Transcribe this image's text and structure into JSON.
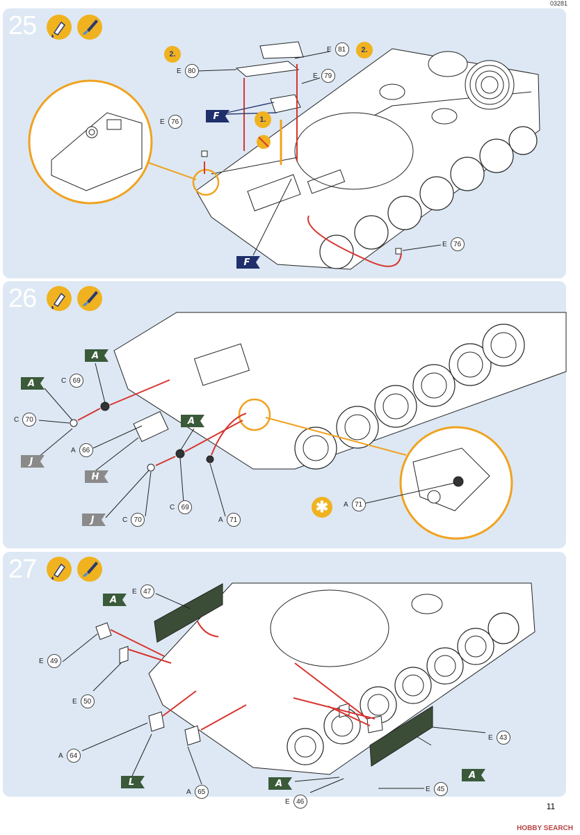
{
  "doc_number": "03281",
  "page_number": "11",
  "watermark": "HOBBY SEARCH",
  "steps": [
    {
      "number": "25",
      "labels": [
        {
          "prefix": "E",
          "num": "81"
        },
        {
          "prefix": "E",
          "num": "80"
        },
        {
          "prefix": "E",
          "num": "79"
        },
        {
          "prefix": "E",
          "num": "76"
        },
        {
          "prefix": "E",
          "num": "76"
        }
      ],
      "order_markers": [
        "2.",
        "2.",
        "1."
      ],
      "flags": [
        "F",
        "F"
      ]
    },
    {
      "number": "26",
      "labels": [
        {
          "prefix": "C",
          "num": "69"
        },
        {
          "prefix": "C",
          "num": "70"
        },
        {
          "prefix": "A",
          "num": "66"
        },
        {
          "prefix": "C",
          "num": "70"
        },
        {
          "prefix": "C",
          "num": "69"
        },
        {
          "prefix": "A",
          "num": "71"
        },
        {
          "prefix": "A",
          "num": "71"
        }
      ],
      "flags": [
        "A",
        "A",
        "A",
        "J",
        "H",
        "J"
      ]
    },
    {
      "number": "27",
      "labels": [
        {
          "prefix": "E",
          "num": "47"
        },
        {
          "prefix": "E",
          "num": "49"
        },
        {
          "prefix": "E",
          "num": "50"
        },
        {
          "prefix": "A",
          "num": "64"
        },
        {
          "prefix": "A",
          "num": "65"
        },
        {
          "prefix": "E",
          "num": "43"
        },
        {
          "prefix": "E",
          "num": "46"
        },
        {
          "prefix": "E",
          "num": "45"
        }
      ],
      "flags": [
        "A",
        "A",
        "L",
        "A"
      ]
    }
  ],
  "colors": {
    "panel_bg": "#dde8f4",
    "accent_orange": "#f0a21f",
    "arrow_red": "#d8342f",
    "flag_navy": "#1f2f6b",
    "flag_green": "#3a5a3a",
    "flag_gray": "#8a8a8a",
    "part_green": "#3c4d37"
  }
}
